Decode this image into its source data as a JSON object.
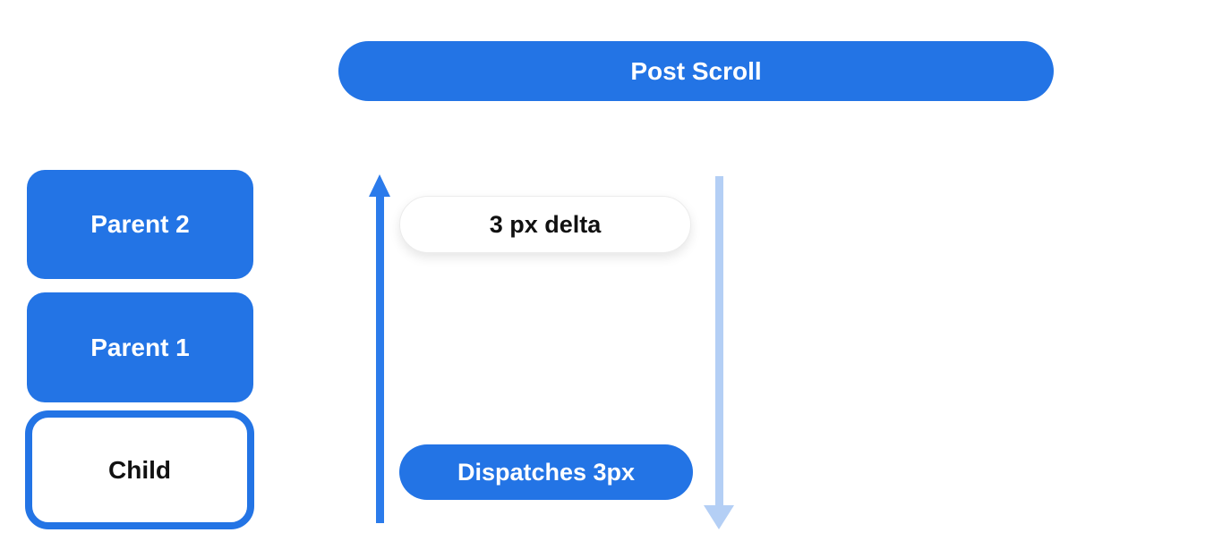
{
  "diagram": {
    "title_pill": "Post Scroll",
    "boxes": [
      {
        "label": "Parent 2",
        "variant": "filled"
      },
      {
        "label": "Parent 1",
        "variant": "filled"
      },
      {
        "label": "Child",
        "variant": "outlined"
      }
    ],
    "delta_pill": "3 px delta",
    "dispatch_pill": "Dispatches 3px",
    "icons": {
      "up_arrow": "up-arrow-icon",
      "down_arrow": "down-arrow-icon"
    }
  },
  "colors": {
    "primary": "#2374e5",
    "arrow_up": "#2b7beb",
    "arrow_down_light": "#b4cff5",
    "pill_text_dark": "#111111",
    "pill_text_light": "#ffffff",
    "background": "#ffffff"
  }
}
